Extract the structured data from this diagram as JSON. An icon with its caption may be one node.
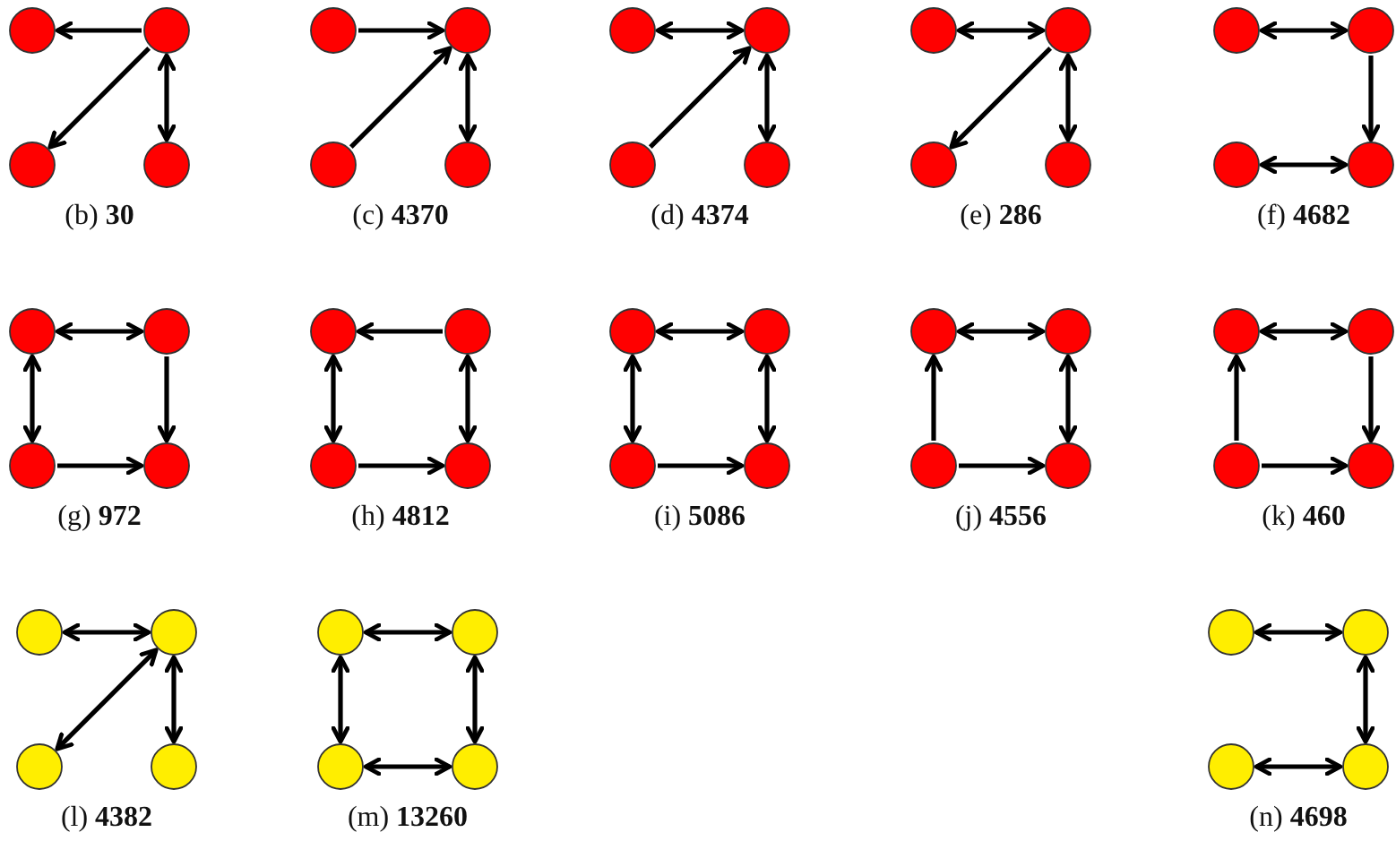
{
  "diagram": {
    "nodes": [
      {
        "text": [],
        "shape": "circle"
      },
      {
        "text": [],
        "shape": "circle"
      },
      {
        "text": [],
        "shape": "circle"
      },
      {
        "text": [],
        "shape": "circle"
      },
      {
        "text": [],
        "shape": "circle"
      },
      {
        "text": [],
        "shape": "circle"
      },
      {
        "text": [],
        "shape": "circle"
      },
      {
        "text": [],
        "shape": "circle"
      },
      {
        "text": [],
        "shape": "circle"
      },
      {
        "text": [],
        "shape": "circle"
      },
      {
        "text": [],
        "shape": "circle"
      },
      {
        "text": [],
        "shape": "circle"
      },
      {
        "text": [],
        "shape": "circle"
      },
      {
        "text": [],
        "shape": "circle"
      },
      {
        "text": [],
        "shape": "circle"
      },
      {
        "text": [],
        "shape": "circle"
      },
      {
        "text": [],
        "shape": "circle"
      },
      {
        "text": [],
        "shape": "circle"
      },
      {
        "text": [],
        "shape": "circle"
      },
      {
        "text": [],
        "shape": "circle"
      },
      {
        "text": [],
        "shape": "circle"
      },
      {
        "text": [],
        "shape": "circle"
      },
      {
        "text": [],
        "shape": "circle"
      },
      {
        "text": [],
        "shape": "circle"
      },
      {
        "text": [],
        "shape": "circle"
      },
      {
        "text": [],
        "shape": "circle"
      },
      {
        "text": [],
        "shape": "circle"
      },
      {
        "text": [],
        "shape": "circle"
      },
      {
        "text": [],
        "shape": "circle"
      },
      {
        "text": [],
        "shape": "circle"
      },
      {
        "text": [],
        "shape": "circle"
      },
      {
        "text": [],
        "shape": "circle"
      },
      {
        "text": [],
        "shape": "circle"
      },
      {
        "text": [],
        "shape": "circle"
      },
      {
        "text": [],
        "shape": "circle"
      },
      {
        "text": [],
        "shape": "circle"
      },
      {
        "text": [],
        "shape": "circle"
      },
      {
        "text": [],
        "shape": "circle"
      },
      {
        "text": [],
        "shape": "circle"
      },
      {
        "text": [],
        "shape": "circle"
      },
      {
        "text": [],
        "shape": "circle"
      },
      {
        "text": [],
        "shape": "circle"
      },
      {
        "text": [],
        "shape": "circle"
      },
      {
        "text": [],
        "shape": "circle"
      },
      {
        "text": [],
        "shape": "circle"
      },
      {
        "text": [],
        "shape": "circle"
      },
      {
        "text": [],
        "shape": "circle"
      },
      {
        "text": [],
        "shape": "circle"
      },
      {
        "text": [],
        "shape": "circle"
      },
      {
        "text": [],
        "shape": "circle"
      },
      {
        "text": [],
        "shape": "circle"
      },
      {
        "text": [],
        "shape": "circle"
      }
    ],
    "edges": [
      {
        "from": 1,
        "to": 0,
        "arrow": "to"
      },
      {
        "from": 1,
        "to": 2,
        "arrow": "to"
      },
      {
        "from": 1,
        "to": 3,
        "arrow": "both"
      },
      {
        "from": 4,
        "to": 5,
        "arrow": "to"
      },
      {
        "from": 6,
        "to": 5,
        "arrow": "to"
      },
      {
        "from": 5,
        "to": 7,
        "arrow": "both"
      },
      {
        "from": 8,
        "to": 9,
        "arrow": "both"
      },
      {
        "from": 10,
        "to": 9,
        "arrow": "to"
      },
      {
        "from": 9,
        "to": 11,
        "arrow": "both"
      },
      {
        "from": 12,
        "to": 13,
        "arrow": "both"
      },
      {
        "from": 13,
        "to": 14,
        "arrow": "to"
      },
      {
        "from": 13,
        "to": 15,
        "arrow": "both"
      },
      {
        "from": 16,
        "to": 17,
        "arrow": "both"
      },
      {
        "from": 17,
        "to": 19,
        "arrow": "to"
      },
      {
        "from": 18,
        "to": 19,
        "arrow": "both"
      },
      {
        "from": 20,
        "to": 21,
        "arrow": "both"
      },
      {
        "from": 21,
        "to": 23,
        "arrow": "to"
      },
      {
        "from": 20,
        "to": 22,
        "arrow": "both"
      },
      {
        "from": 22,
        "to": 23,
        "arrow": "to"
      },
      {
        "from": 25,
        "to": 24,
        "arrow": "to"
      },
      {
        "from": 24,
        "to": 26,
        "arrow": "both"
      },
      {
        "from": 25,
        "to": 27,
        "arrow": "both"
      },
      {
        "from": 26,
        "to": 27,
        "arrow": "to"
      },
      {
        "from": 28,
        "to": 29,
        "arrow": "both"
      },
      {
        "from": 28,
        "to": 30,
        "arrow": "both"
      },
      {
        "from": 29,
        "to": 31,
        "arrow": "both"
      },
      {
        "from": 30,
        "to": 31,
        "arrow": "to"
      },
      {
        "from": 32,
        "to": 33,
        "arrow": "both"
      },
      {
        "from": 34,
        "to": 32,
        "arrow": "to"
      },
      {
        "from": 33,
        "to": 35,
        "arrow": "both"
      },
      {
        "from": 34,
        "to": 35,
        "arrow": "to"
      },
      {
        "from": 36,
        "to": 37,
        "arrow": "both"
      },
      {
        "from": 38,
        "to": 36,
        "arrow": "to"
      },
      {
        "from": 37,
        "to": 39,
        "arrow": "to"
      },
      {
        "from": 38,
        "to": 39,
        "arrow": "to"
      },
      {
        "from": 40,
        "to": 41,
        "arrow": "both"
      },
      {
        "from": 41,
        "to": 42,
        "arrow": "both"
      },
      {
        "from": 41,
        "to": 43,
        "arrow": "both"
      },
      {
        "from": 44,
        "to": 45,
        "arrow": "both"
      },
      {
        "from": 44,
        "to": 46,
        "arrow": "both"
      },
      {
        "from": 45,
        "to": 47,
        "arrow": "both"
      },
      {
        "from": 46,
        "to": 47,
        "arrow": "both"
      },
      {
        "from": 48,
        "to": 49,
        "arrow": "both"
      },
      {
        "from": 49,
        "to": 51,
        "arrow": "both"
      },
      {
        "from": 50,
        "to": 51,
        "arrow": "both"
      }
    ],
    "labels": [
      "(b) **30**",
      "(c) **4370**",
      "(d) **4374**",
      "(e) **286**",
      "(f) **4682**",
      "(g) **972**",
      "(h) **4812**",
      "(i) **5086**",
      "(j) **4556**",
      "(k) **460**",
      "(l) **4382**",
      "(m) **13260**",
      "(n) **4698**"
    ]
  }
}
